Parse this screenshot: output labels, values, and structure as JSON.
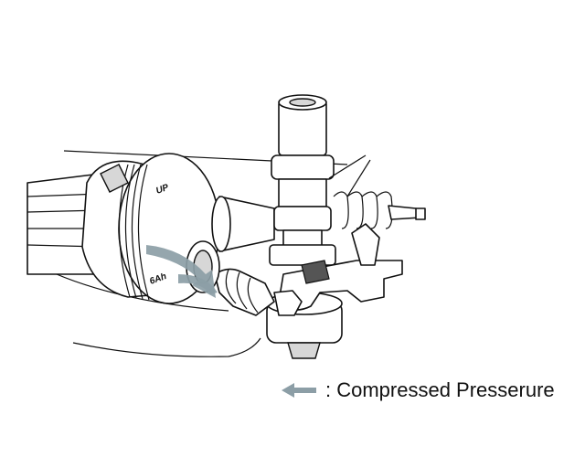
{
  "diagram": {
    "piston_labels": {
      "top": "UP",
      "bottom": "6Ah"
    },
    "legend": {
      "label": ": Compressed Presserure",
      "arrow_color": "#8c9ea6"
    }
  }
}
